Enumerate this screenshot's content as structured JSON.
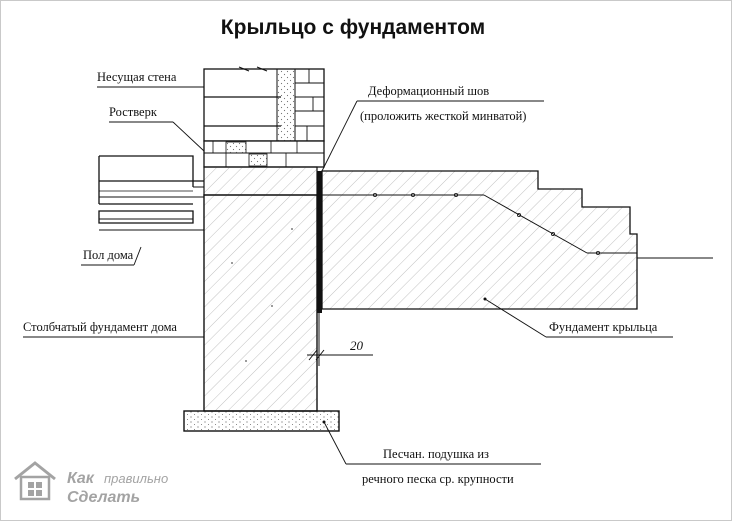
{
  "title": "Крыльцо с фундаментом",
  "labels": {
    "bearing_wall": "Несущая стена",
    "grillage": "Ростверк",
    "house_floor": "Пол дома",
    "column_foundation": "Столбчатый фундамент дома",
    "expansion_joint": "Деформационный шов",
    "expansion_joint_note": "(проложить жесткой минватой)",
    "porch_foundation": "Фундамент крыльца",
    "sand_cushion_line1": "Песчан. подушка из",
    "sand_cushion_line2": "речного песка ср. крупности"
  },
  "dimension": {
    "value": "20"
  },
  "watermark": {
    "line1": "Как",
    "line1_tail": "правильно",
    "line2": "Сделать"
  },
  "colors": {
    "line": "#111111",
    "hatch": "#9a9a9a",
    "watermark": "#9a9a9a"
  }
}
